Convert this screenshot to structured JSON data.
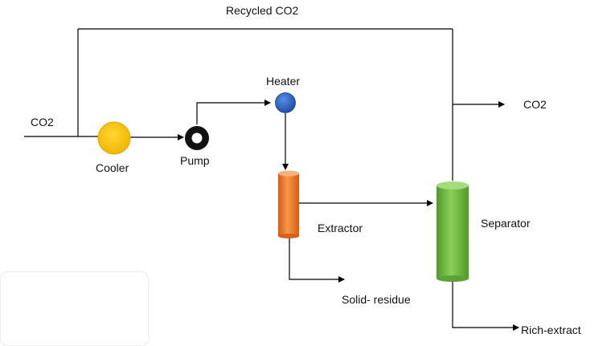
{
  "labels": {
    "recycled_co2": "Recycled CO2",
    "co2_in": "CO2",
    "co2_out": "CO2",
    "heater": "Heater",
    "cooler": "Cooler",
    "pump": "Pump",
    "extractor": "Extractor",
    "separator": "Separator",
    "solid_residue": "Solid- residue",
    "rich_extract": "Rich-extract"
  },
  "colors": {
    "cooler": "#f5c518",
    "pump": "#111111",
    "heater": "#2b63c8",
    "extractor": "#ed7d31",
    "separator": "#70ad47"
  }
}
